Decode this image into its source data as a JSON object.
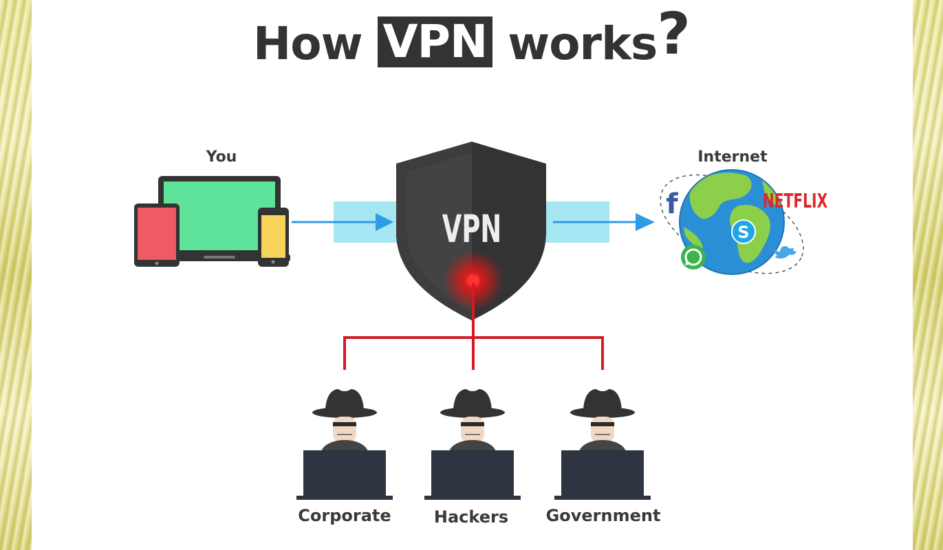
{
  "title": {
    "prefix": "How",
    "highlight": "VPN",
    "suffix": "works",
    "mark": "?"
  },
  "nodes": {
    "you": "You",
    "vpn": "VPN",
    "internet": "Internet"
  },
  "services": {
    "facebook": "f",
    "netflix": "NETFLIX"
  },
  "observers": [
    {
      "label": "Corporate"
    },
    {
      "label": "Hackers"
    },
    {
      "label": "Government"
    }
  ],
  "colors": {
    "title_text": "#333333",
    "shield": "#333333",
    "wire": "#d21b24",
    "arrow": "#2f9ae6",
    "tunnel": "#a5e6f2",
    "laptop_screen": "#5fe39a",
    "tablet_screen": "#ef5a64",
    "phone_screen": "#f7d35a",
    "globe_ocean": "#2b8fd6",
    "globe_land": "#8ccf4a",
    "netflix": "#e02626",
    "whatsapp": "#3bb54a",
    "skype": "#1ea6e8",
    "twitter": "#47a7e6",
    "facebook": "#3b5aa6"
  }
}
